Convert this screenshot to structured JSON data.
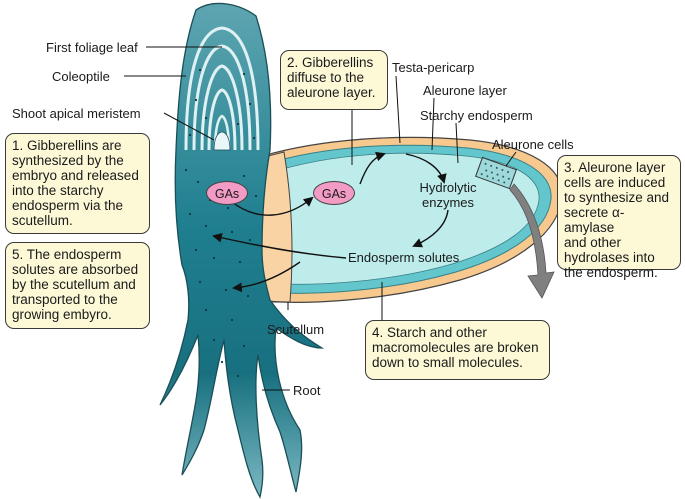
{
  "labels": {
    "first_foliage_leaf": "First foliage leaf",
    "coleoptile": "Coleoptile",
    "shoot_apical_meristem": "Shoot apical meristem",
    "testa_pericarp": "Testa-pericarp",
    "aleurone_layer": "Aleurone layer",
    "starchy_endosperm": "Starchy endosperm",
    "aleurone_cells": "Aleurone cells",
    "hydrolytic_enzymes": "Hydrolytic\nenzymes",
    "endosperm_solutes": "Endosperm solutes",
    "scutellum": "Scutellum",
    "root": "Root",
    "gas_embryo": "GAs",
    "gas_endosperm": "GAs"
  },
  "steps": {
    "step1": "1. Gibberellins are\nsynthesized by the\nembryo and released\ninto the starchy\nendosperm via the\nscutellum.",
    "step2": "2. Gibberellins\ndiffuse to the\naleurone layer.",
    "step3": "3. Aleurone layer\ncells are induced\nto synthesize and\nsecrete α-amylase\nand other\nhydrolases into\nthe endosperm.",
    "step4": "4. Starch and other\nmacromolecules are broken\ndown to small molecules.",
    "step5": "5. The endosperm\nsolutes are absorbed\nby the scutellum and\ntransported to the\ngrowing embyro."
  },
  "colors": {
    "embryo": "#1d7c8c",
    "embryo_light": "#7ab8c2",
    "scutellum": "#f9d3a4",
    "testa": "#f7c98f",
    "aleurone": "#62c6cc",
    "endosperm": "#bdeceb",
    "callout_fill": "#fdf9d7",
    "gas_fill": "#f29bc4",
    "arrow_gray": "#777777"
  }
}
